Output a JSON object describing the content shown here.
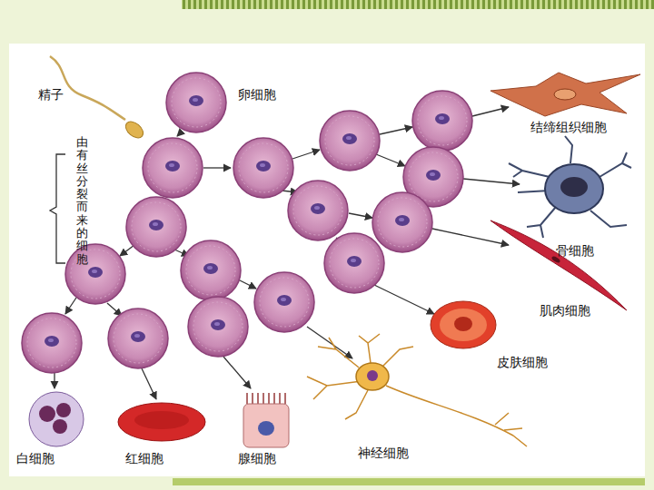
{
  "diagram": {
    "labels": [
      "精子",
      "卵细胞",
      "由有丝分裂而来的细胞",
      "结缔组织细胞",
      "骨细胞",
      "肌肉细胞",
      "皮肤细胞",
      "神经细胞",
      "腺细胞",
      "红细胞",
      "白细胞"
    ]
  }
}
